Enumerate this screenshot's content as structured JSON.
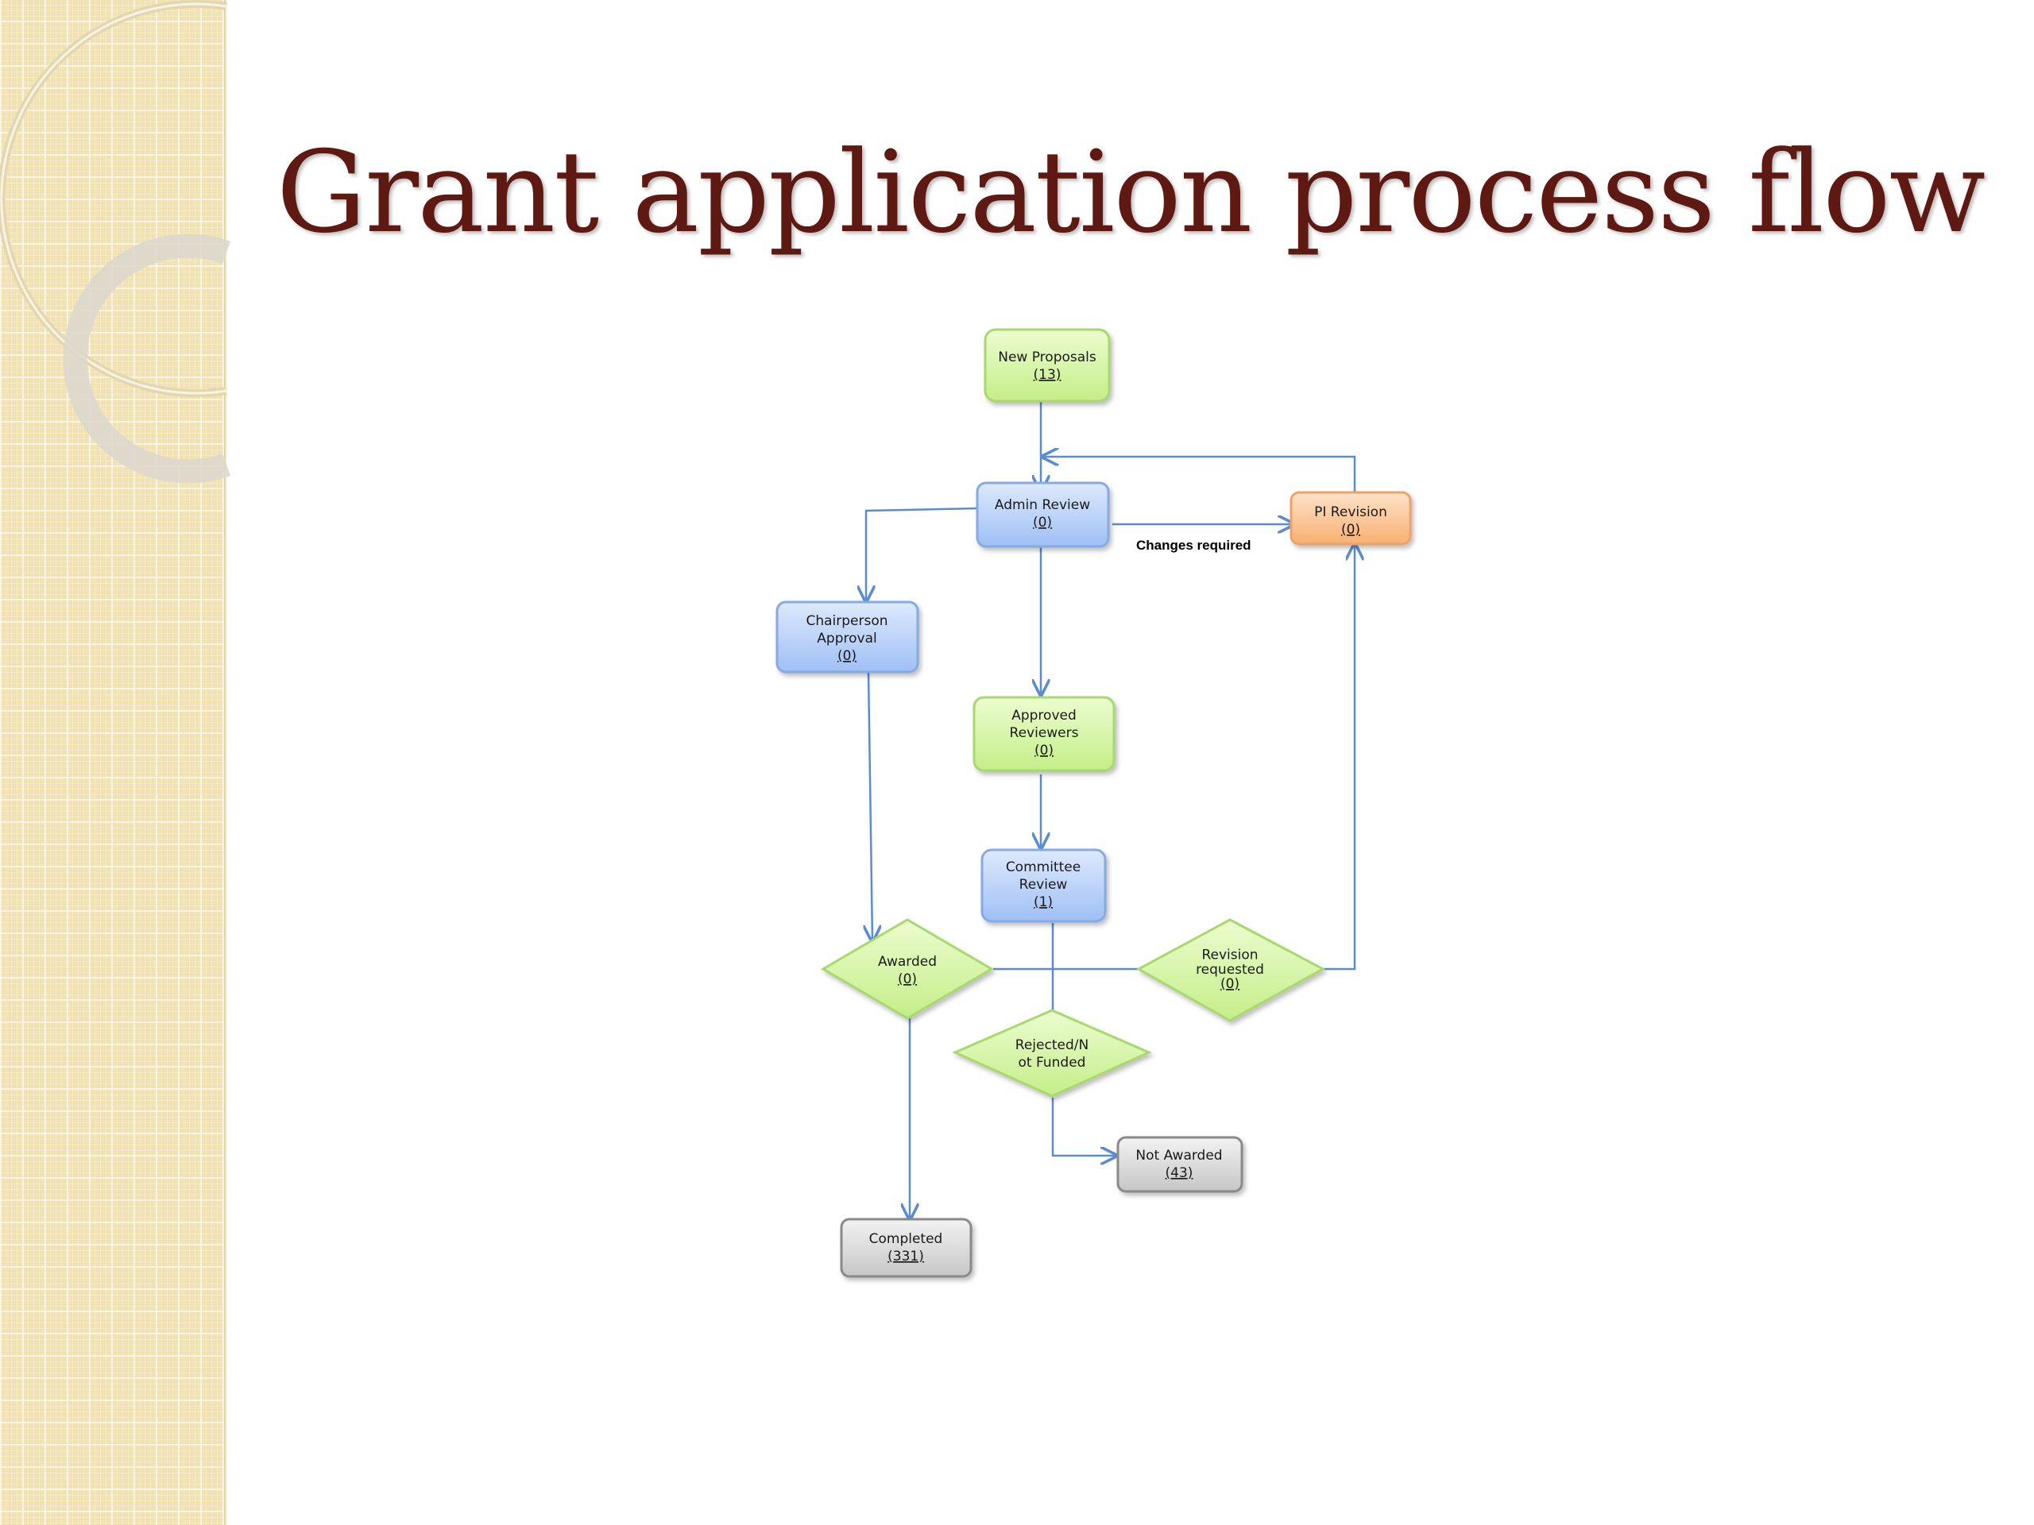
{
  "slide": {
    "title": "Grant application process flow"
  },
  "colors": {
    "title": "#5e1a12",
    "green_node": "#d6f5a8",
    "blue_node": "#bdd4fb",
    "orange_node": "#fcc596",
    "gray_node": "#dcdcdc",
    "arrow": "#5b8ccf"
  },
  "nodes": {
    "new_proposals": {
      "lines": [
        "New Proposals",
        "(13)"
      ]
    },
    "admin_review": {
      "lines": [
        "Admin Review",
        "(0)"
      ]
    },
    "pi_revision": {
      "lines": [
        "PI Revision",
        "(0)"
      ]
    },
    "chairperson_approval": {
      "lines": [
        "Chairperson",
        "Approval",
        "(0)"
      ]
    },
    "approved_reviewers": {
      "lines": [
        "Approved",
        "Reviewers",
        "(0)"
      ]
    },
    "committee_review": {
      "lines": [
        "Committee",
        "Review",
        "(1)"
      ]
    },
    "awarded": {
      "lines": [
        "Awarded",
        "(0)"
      ]
    },
    "revision_requested": {
      "lines": [
        "Revision",
        "requested",
        "(0)"
      ]
    },
    "rejected_not_funded": {
      "lines": [
        "Rejected/N",
        "ot Funded"
      ]
    },
    "not_awarded": {
      "lines": [
        "Not Awarded",
        "(43)"
      ]
    },
    "completed": {
      "lines": [
        "Completed",
        "(331)"
      ]
    }
  },
  "edge_labels": {
    "changes_required": "Changes required"
  }
}
